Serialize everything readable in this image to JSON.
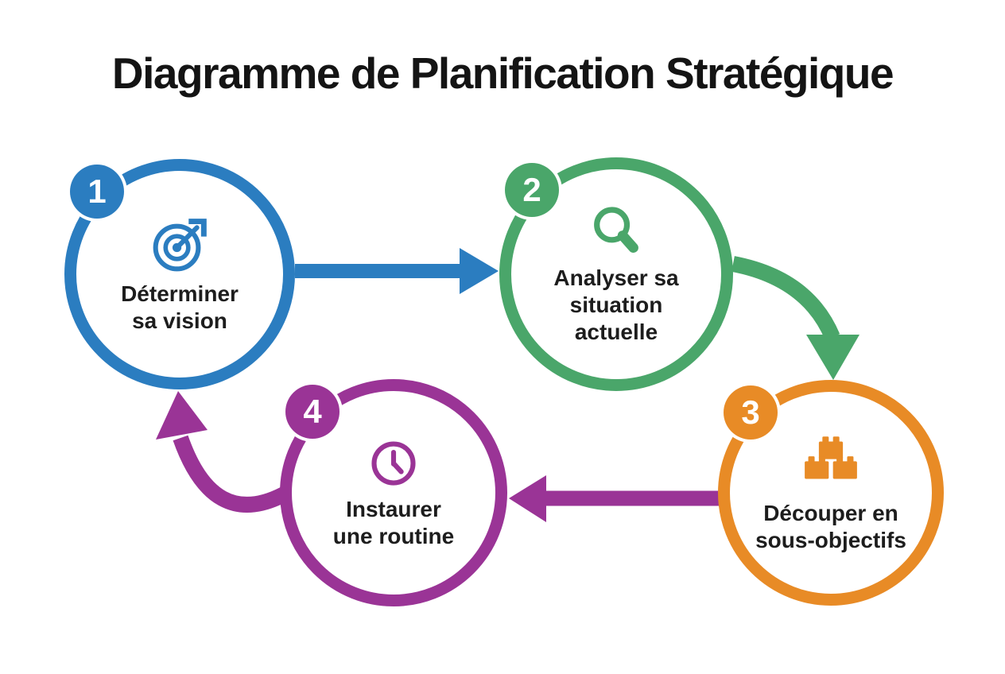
{
  "title": "Diagramme de Planification Stratégique",
  "steps": [
    {
      "number": "1",
      "color": "#2b7dc0",
      "icon": "target-icon",
      "lines": [
        "Déterminer",
        "sa vision"
      ]
    },
    {
      "number": "2",
      "color": "#4aa66a",
      "icon": "search-icon",
      "lines": [
        "Analyser sa",
        "situation",
        "actuelle"
      ]
    },
    {
      "number": "3",
      "color": "#e88b26",
      "icon": "building-blocks-icon",
      "lines": [
        "Découper en",
        "sous-objectifs"
      ]
    },
    {
      "number": "4",
      "color": "#9a3496",
      "icon": "clock-icon",
      "lines": [
        "Instaurer",
        "une routine"
      ]
    }
  ],
  "arrows": [
    {
      "from": "1",
      "to": "2",
      "shape": "straight-right",
      "color": "#2b7dc0"
    },
    {
      "from": "2",
      "to": "3",
      "shape": "curved-down",
      "color": "#4aa66a"
    },
    {
      "from": "3",
      "to": "4",
      "shape": "straight-left",
      "color": "#9a3496"
    },
    {
      "from": "4",
      "to": "1",
      "shape": "curved-up",
      "color": "#9a3496"
    }
  ],
  "colors": {
    "background": "#ffffff",
    "title_text": "#141414",
    "label_text": "#1d1d1d",
    "badge_text": "#ffffff"
  }
}
